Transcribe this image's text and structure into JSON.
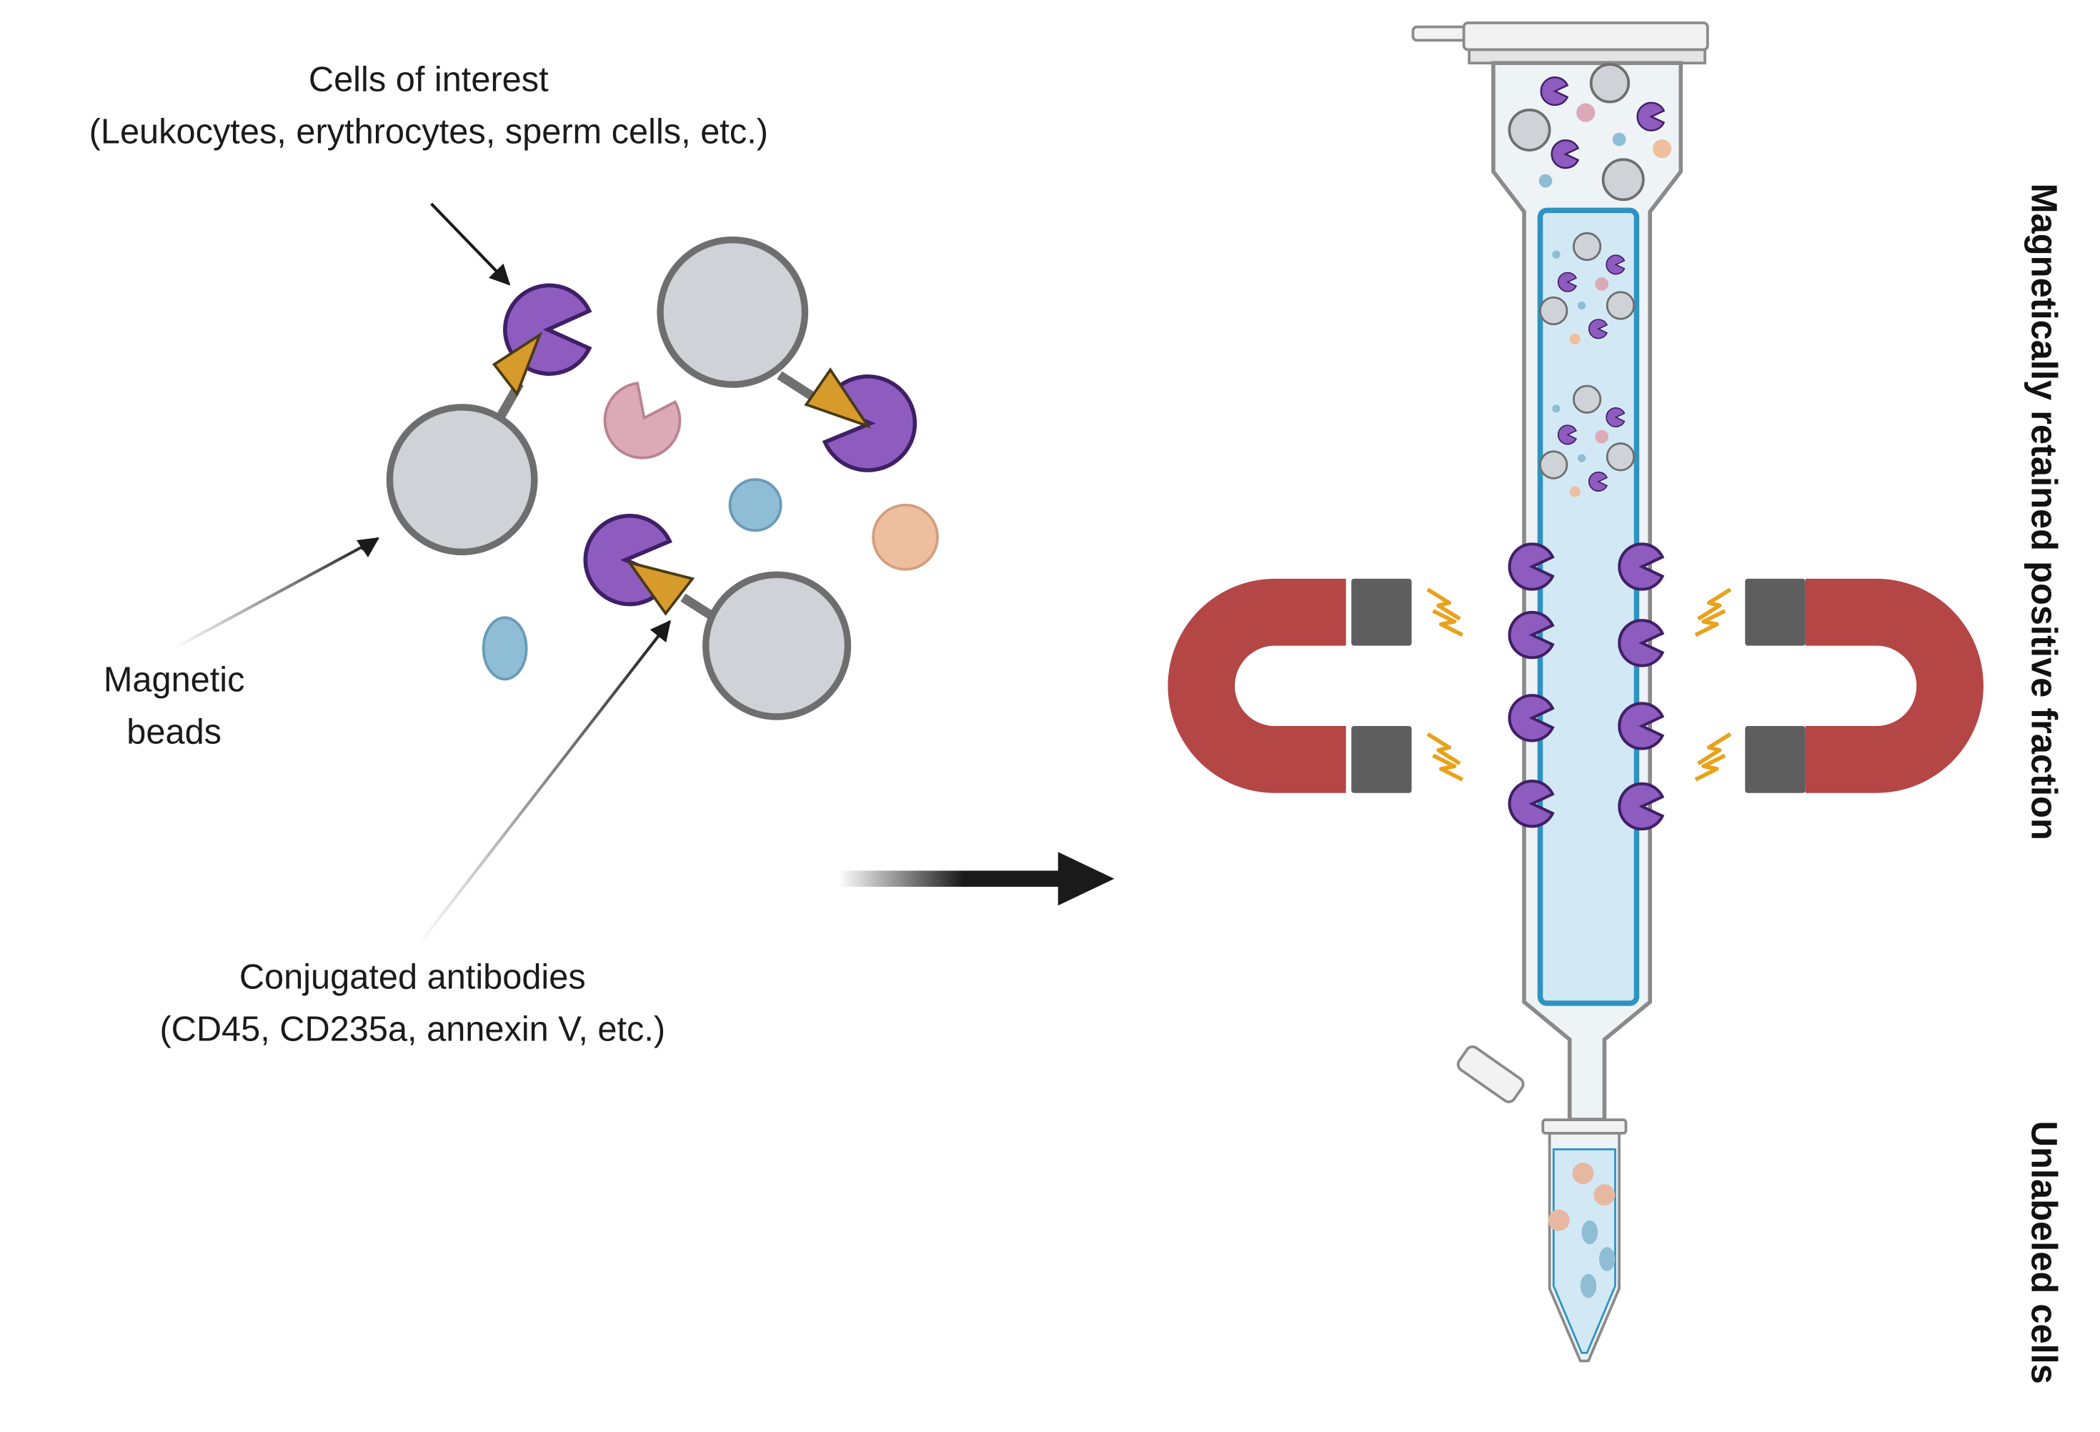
{
  "labels": {
    "cells_title": "Cells of interest",
    "cells_sub": "(Leukocytes, erythrocytes, sperm cells, etc.)",
    "beads_line1": "Magnetic",
    "beads_line2": "beads",
    "antibodies_title": "Conjugated antibodies",
    "antibodies_sub": "(CD45, CD235a, annexin V, etc.)",
    "positive_fraction": "Magnetically retained positive fraction",
    "unlabeled": "Unlabeled cells"
  },
  "colors": {
    "bead": "#cfd3d7",
    "bead_stroke": "#6e6e6e",
    "target_cell": "#8e5bbf",
    "target_stroke": "#3f1f66",
    "antibody": "#d69b2a",
    "pink_cell": "#dcaab6",
    "blue_cell": "#8fbdd6",
    "peach_cell": "#eebf9f",
    "magnet": "#b54646",
    "magnet_pole": "#5e5e5e",
    "spark": "#e8a21c",
    "column_fill": "#d2e9f5",
    "column_stroke": "#2e93c0"
  },
  "icons": [
    "pacman-cell-icon",
    "magnet-icon",
    "spark-icon",
    "collection-tube-icon",
    "arrow-right-icon"
  ]
}
